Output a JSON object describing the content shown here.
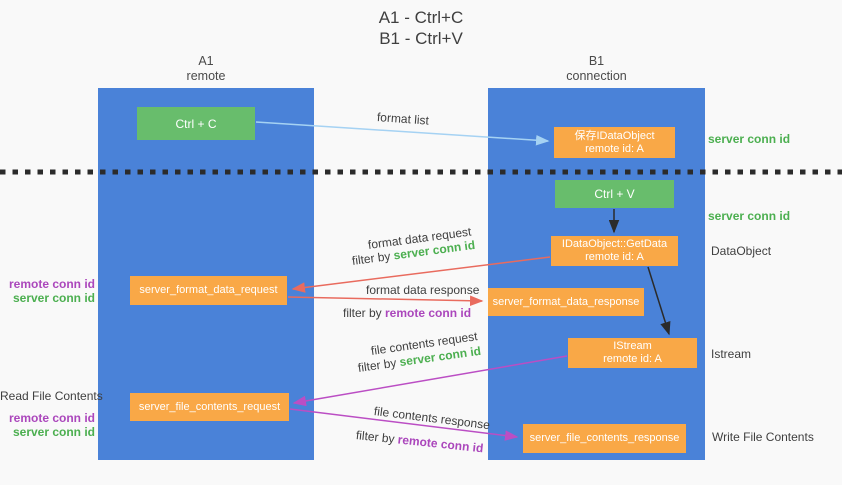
{
  "title": {
    "line1": "A1 - Ctrl+C",
    "line2": "B1 - Ctrl+V"
  },
  "lifelines": {
    "a1": {
      "name": "A1",
      "subtitle": "remote"
    },
    "b1": {
      "name": "B1",
      "subtitle": "connection"
    }
  },
  "nodes": {
    "ctrl_c": {
      "label": "Ctrl + C"
    },
    "save_dataobject": {
      "line1": "保存IDataObject",
      "line2": "remote id: A"
    },
    "ctrl_v": {
      "label": "Ctrl + V"
    },
    "getdata": {
      "line1": "IDataObject::GetData",
      "line2": "remote id: A"
    },
    "format_request": {
      "label": "server_format_data_request"
    },
    "format_response": {
      "label": "server_format_data_response"
    },
    "istream": {
      "line1": "IStream",
      "line2": "remote id: A"
    },
    "file_request": {
      "label": "server_file_contents_request"
    },
    "file_response": {
      "label": "server_file_contents_response"
    }
  },
  "edge_labels": {
    "format_list": "format list",
    "format_data_request": "format data request",
    "filter_server_1": {
      "prefix": "filter by ",
      "highlight": "server conn id"
    },
    "format_data_response": "format data response",
    "filter_remote_1": {
      "prefix": "filter by ",
      "highlight": "remote conn id"
    },
    "file_contents_request": "file contents request",
    "filter_server_2": {
      "prefix": "filter by ",
      "highlight": "server conn id"
    },
    "file_contents_response": "file contents response",
    "filter_remote_2": {
      "prefix": "filter by ",
      "highlight": "remote conn id"
    }
  },
  "side_labels": {
    "server_conn_id_top": "server conn id",
    "server_conn_id_mid": "server conn id",
    "dataobject": "DataObject",
    "istream": "Istream",
    "write_file_contents": "Write File Contents",
    "read_file_contents": "Read File Contents",
    "left_remote_conn_1": "remote conn id",
    "left_server_conn_1": "server conn id",
    "left_remote_conn_2": "remote conn id",
    "left_server_conn_2": "server conn id"
  },
  "colors": {
    "bg": "#f9f9f9",
    "column_blue": "#4a82d8",
    "box_green": "#68bd6c",
    "box_orange": "#f9a847",
    "text_green": "#4caf50",
    "text_purple": "#ab47bc",
    "arrow_red": "#e96b5e",
    "arrow_magenta": "#bb4ec4",
    "arrow_blue": "#a5d2f3",
    "arrow_black": "#2b2b2b",
    "text_dark": "#3f3f3f"
  }
}
